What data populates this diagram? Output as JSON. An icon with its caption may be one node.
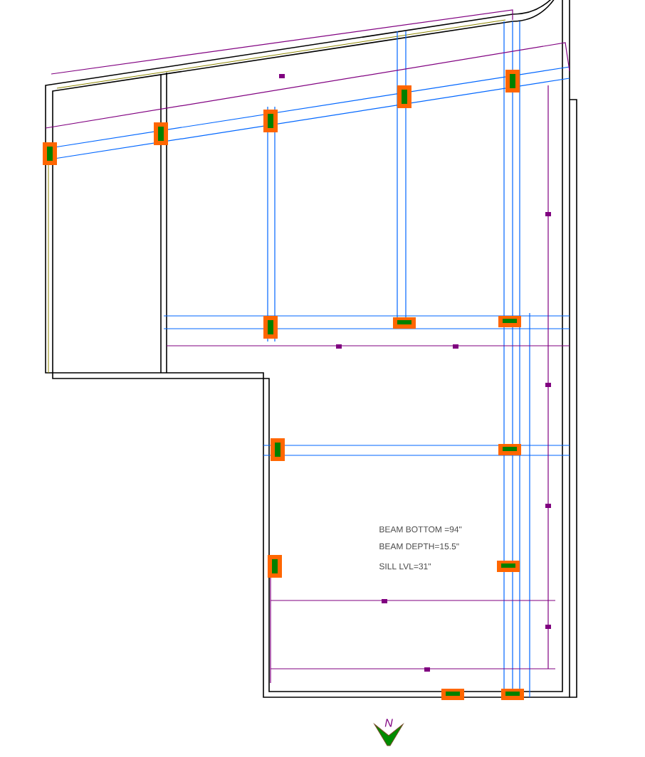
{
  "diagram": {
    "labels": [
      "BEAM BOTTOM =94\"",
      "BEAM DEPTH=15.5\"",
      "SILL LVL=31\"",
      "N"
    ]
  }
}
